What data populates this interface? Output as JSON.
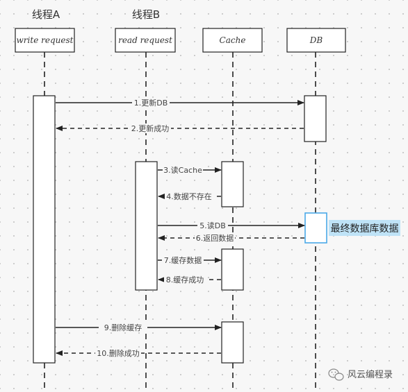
{
  "threads": {
    "thread_a": "线程A",
    "thread_b": "线程B"
  },
  "participants": {
    "writer": "write request",
    "reader": "read request",
    "cache": "Cache",
    "db": "DB"
  },
  "messages": {
    "m1": "1.更新DB",
    "m2": "2.更新成功",
    "m3": "3.读Cache",
    "m4": "4.数据不存在",
    "m5": "5.读DB",
    "m6": "6.返回数据",
    "m7": "7.缓存数据",
    "m8": "8.缓存成功",
    "m9": "9.删除缓存",
    "m10": "10.删除成功"
  },
  "note": "最终数据库数据",
  "watermark": "风云编程录",
  "colors": {
    "line": "#222222",
    "highlight_border": "#4aa8e8",
    "note_bg": "#bfe3f7"
  }
}
